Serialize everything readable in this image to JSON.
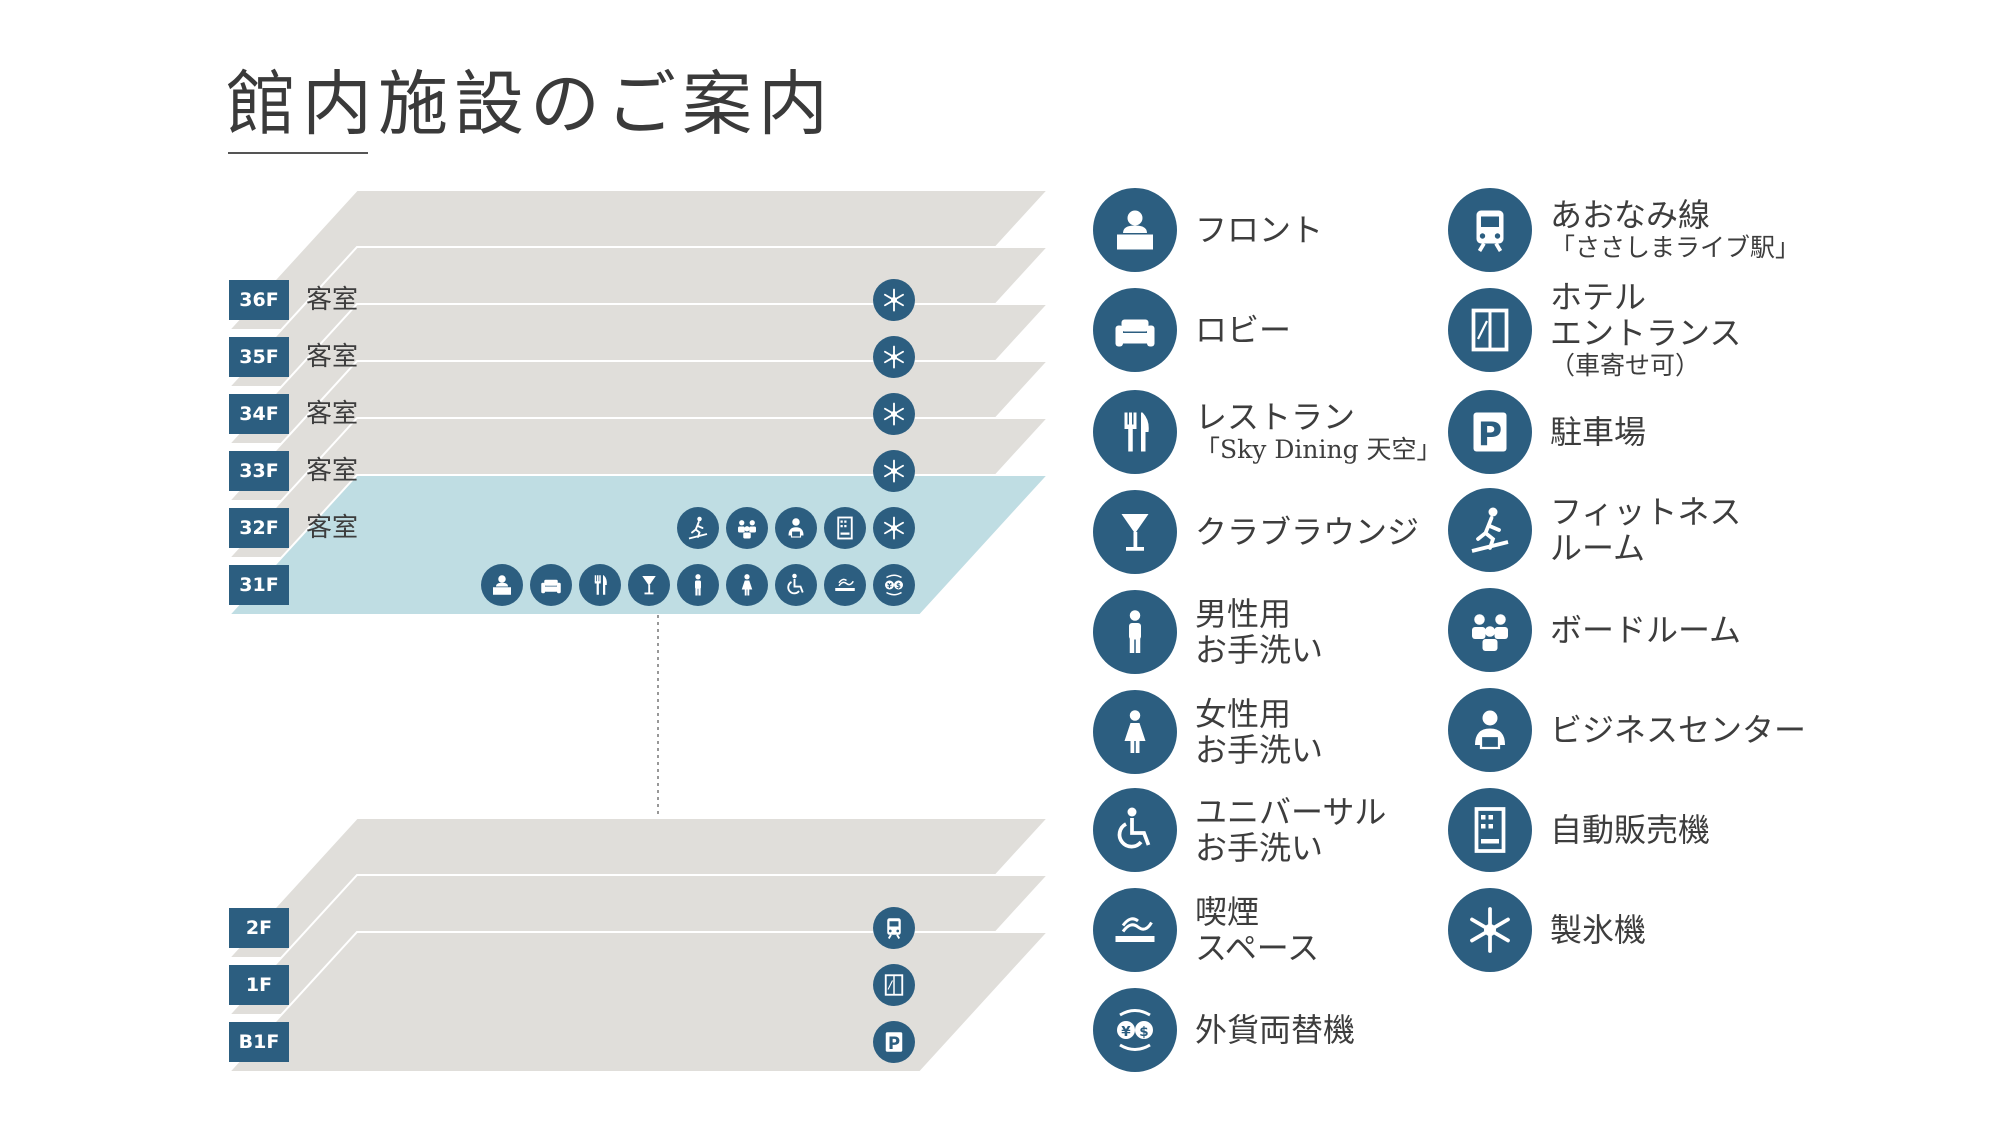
{
  "title": "館内施設のご案内",
  "colors": {
    "accent": "#2c5e80",
    "slab": "#e0deda",
    "highlight": "#bfdde3"
  },
  "floors": {
    "f36": {
      "badge": "36F",
      "label": "客室"
    },
    "f35": {
      "badge": "35F",
      "label": "客室"
    },
    "f34": {
      "badge": "34F",
      "label": "客室"
    },
    "f33": {
      "badge": "33F",
      "label": "客室"
    },
    "f32": {
      "badge": "32F",
      "label": "客室"
    },
    "f31": {
      "badge": "31F",
      "label": ""
    },
    "f2": {
      "badge": "2F",
      "label": ""
    },
    "f1": {
      "badge": "1F",
      "label": ""
    },
    "fb1": {
      "badge": "B1F",
      "label": ""
    }
  },
  "legend": {
    "front": {
      "line1": "フロント",
      "line2": "",
      "icon": "front-desk-icon"
    },
    "lobby": {
      "line1": "ロビー",
      "line2": "",
      "icon": "sofa-icon"
    },
    "restaurant": {
      "line1": "レストラン",
      "line2": "「Sky Dining 天空」",
      "icon": "fork-knife-icon"
    },
    "club": {
      "line1": "クラブラウンジ",
      "line2": "",
      "icon": "wine-glass-icon"
    },
    "men": {
      "line1": "男性用",
      "line2": "お手洗い",
      "icon": "men-restroom-icon"
    },
    "women": {
      "line1": "女性用",
      "line2": "お手洗い",
      "icon": "women-restroom-icon"
    },
    "universal": {
      "line1": "ユニバーサル",
      "line2": "お手洗い",
      "icon": "wheelchair-icon"
    },
    "smoking": {
      "line1": "喫煙",
      "line2": "スペース",
      "icon": "cigarette-icon"
    },
    "exchange": {
      "line1": "外貨両替機",
      "line2": "",
      "icon": "currency-exchange-icon"
    },
    "train": {
      "line1": "あおなみ線",
      "line2": "「ささしまライブ駅」",
      "icon": "train-icon"
    },
    "entrance": {
      "line1": "ホテル",
      "line2": "エントランス",
      "line3": "（車寄せ可）",
      "icon": "door-icon"
    },
    "parking": {
      "line1": "駐車場",
      "line2": "",
      "icon": "parking-icon"
    },
    "fitness": {
      "line1": "フィットネス",
      "line2": "ルーム",
      "icon": "treadmill-icon"
    },
    "board": {
      "line1": "ボードルーム",
      "line2": "",
      "icon": "meeting-icon"
    },
    "business": {
      "line1": "ビジネスセンター",
      "line2": "",
      "icon": "computer-user-icon"
    },
    "vending": {
      "line1": "自動販売機",
      "line2": "",
      "icon": "vending-machine-icon"
    },
    "ice": {
      "line1": "製氷機",
      "line2": "",
      "icon": "snowflake-icon"
    }
  }
}
